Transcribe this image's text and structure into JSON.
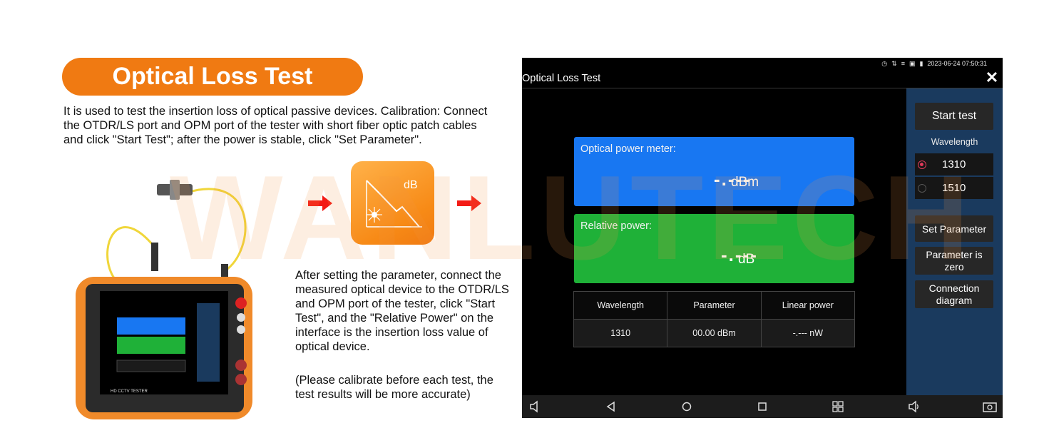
{
  "promo": {
    "title": "Optical Loss Test",
    "description": "It is used to test the insertion loss of optical passive devices. Calibration: Connect the OTDR/LS port and OPM port of the tester with short fiber optic patch cables and click \"Start Test\"; after the power is stable, click \"Set Parameter\".",
    "after_setting": "After setting the parameter, connect the measured optical device to the OTDR/LS and OPM port of the tester, click \"Start Test\", and the \"Relative Power\" on the interface is the insertion loss value of optical device.",
    "note": "(Please calibrate before each test, the test results will be more accurate)",
    "db_tile_label": "dB",
    "watermark": "WANLUTECH",
    "device_brand": "HD CCTV TESTER"
  },
  "screen": {
    "status": {
      "datetime": "2023-06-24 07:50:31",
      "icons": [
        "clock-icon",
        "sync-icon",
        "network-icon",
        "usb-icon",
        "battery-icon"
      ]
    },
    "title": "Optical Loss Test",
    "close_glyph": "✕",
    "optical_power": {
      "label": "Optical power meter:",
      "value": "-.---",
      "unit": "dBm"
    },
    "relative_power": {
      "label": "Relative power:",
      "value": "-.---",
      "unit": "dB"
    },
    "table": {
      "headers": [
        "Wavelength",
        "Parameter",
        "Linear power"
      ],
      "row": [
        "1310",
        "00.00 dBm",
        "-.--- nW"
      ]
    },
    "sidebar": {
      "start_test": "Start test",
      "wavelength_label": "Wavelength",
      "options": [
        {
          "label": "1310",
          "selected": true
        },
        {
          "label": "1510",
          "selected": false
        }
      ],
      "set_parameter": "Set Parameter",
      "parameter_zero": "Parameter is zero",
      "connection_diagram": "Connection diagram"
    },
    "colors": {
      "accent_orange": "#f07a12",
      "card_blue": "#1877f2",
      "card_green": "#1fb138",
      "sidebar": "#1a3a5e",
      "radio_selected": "#e23a5a"
    }
  }
}
